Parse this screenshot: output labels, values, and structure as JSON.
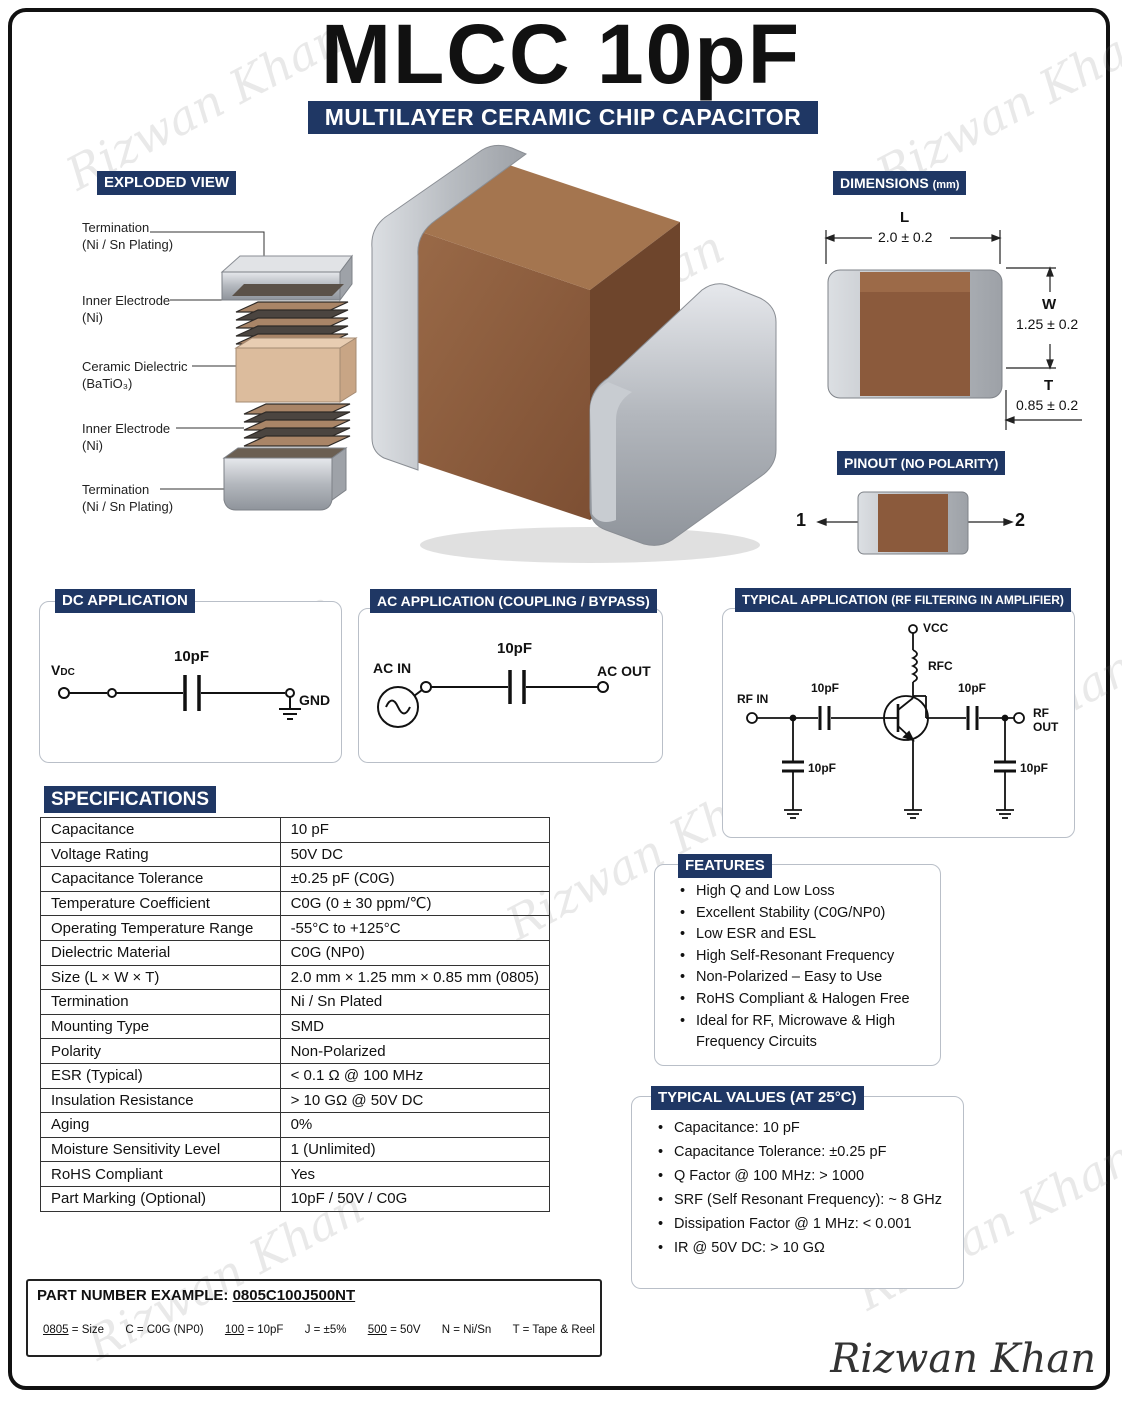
{
  "title": "MLCC 10pF",
  "subtitle": "MULTILAYER CERAMIC CHIP CAPACITOR",
  "exploded": {
    "heading": "EXPLODED VIEW",
    "labels": [
      {
        "name": "Termination",
        "sub": "(Ni / Sn Plating)"
      },
      {
        "name": "Inner Electrode",
        "sub": "(Ni)"
      },
      {
        "name": "Ceramic Dielectric",
        "sub": "(BaTiO₃)"
      },
      {
        "name": "Inner Electrode",
        "sub": "(Ni)"
      },
      {
        "name": "Termination",
        "sub": "(Ni / Sn Plating)"
      }
    ]
  },
  "dimensions": {
    "heading": "DIMENSIONS",
    "unit": "(mm)",
    "L": {
      "letter": "L",
      "value": "2.0 ± 0.2"
    },
    "W": {
      "letter": "W",
      "value": "1.25 ± 0.2"
    },
    "T": {
      "letter": "T",
      "value": "0.85 ± 0.2"
    }
  },
  "pinout": {
    "heading": "PINOUT",
    "note": "(NO POLARITY)",
    "pin1": "1",
    "pin2": "2"
  },
  "dc_app": {
    "heading": "DC APPLICATION",
    "vdc_main": "V",
    "vdc_sub": "DC",
    "cap": "10pF",
    "gnd": "GND"
  },
  "ac_app": {
    "heading": "AC APPLICATION (COUPLING / BYPASS)",
    "in": "AC IN",
    "out": "AC OUT",
    "cap": "10pF"
  },
  "rf_app": {
    "heading": "TYPICAL APPLICATION",
    "heading_note": "(RF FILTERING IN AMPLIFIER)",
    "vcc": "VCC",
    "rfc": "RFC",
    "rf_in": "RF IN",
    "rf_out_1": "RF",
    "rf_out_2": "OUT",
    "c1": "10pF",
    "c2": "10pF",
    "c3": "10pF",
    "c4": "10pF"
  },
  "specs": {
    "heading": "SPECIFICATIONS",
    "rows": [
      [
        "Capacitance",
        "10 pF"
      ],
      [
        "Voltage Rating",
        "50V DC"
      ],
      [
        "Capacitance Tolerance",
        "±0.25 pF (C0G)"
      ],
      [
        "Temperature Coefficient",
        "C0G (0 ± 30 ppm/℃)"
      ],
      [
        "Operating Temperature Range",
        "-55°C to +125°C"
      ],
      [
        "Dielectric Material",
        "C0G (NP0)"
      ],
      [
        "Size (L × W × T)",
        "2.0 mm × 1.25 mm × 0.85 mm (0805)"
      ],
      [
        "Termination",
        "Ni / Sn Plated"
      ],
      [
        "Mounting Type",
        "SMD"
      ],
      [
        "Polarity",
        "Non-Polarized"
      ],
      [
        "ESR (Typical)",
        "< 0.1 Ω @ 100 MHz"
      ],
      [
        "Insulation Resistance",
        "> 10 GΩ  @ 50V DC"
      ],
      [
        "Aging",
        "0%"
      ],
      [
        "Moisture Sensitivity Level",
        "1 (Unlimited)"
      ],
      [
        "RoHS Compliant",
        "Yes"
      ],
      [
        "Part Marking (Optional)",
        "10pF / 50V / C0G"
      ]
    ]
  },
  "features": {
    "heading": "FEATURES",
    "items": [
      "High Q and Low Loss",
      "Excellent Stability (C0G/NP0)",
      "Low ESR and ESL",
      "High Self-Resonant Frequency",
      "Non-Polarized – Easy to Use",
      "RoHS Compliant & Halogen Free",
      "Ideal for RF, Microwave & High Frequency Circuits"
    ]
  },
  "typical": {
    "heading": "TYPICAL VALUES (AT 25°C)",
    "items": [
      "Capacitance: 10 pF",
      "Capacitance Tolerance: ±0.25 pF",
      "Q Factor @ 100 MHz: > 1000",
      "SRF (Self Resonant Frequency): ~ 8 GHz",
      "Dissipation Factor @ 1 MHz: < 0.001",
      "IR @ 50V DC: > 10 GΩ"
    ]
  },
  "part_number": {
    "label": "PART NUMBER EXAMPLE:",
    "value": "0805C100J500NT",
    "codes": [
      {
        "code": "0805",
        "meaning": " = Size"
      },
      {
        "code": "C",
        "meaning": " = C0G (NP0)"
      },
      {
        "code": "100",
        "meaning": " = 10pF"
      },
      {
        "code": "J",
        "meaning": " = ±5%"
      },
      {
        "code": "500",
        "meaning": " = 50V"
      },
      {
        "code": "N",
        "meaning": " = Ni/Sn"
      },
      {
        "code": "T",
        "meaning": " = Tape & Reel"
      }
    ]
  },
  "signature": "Rizwan Khan",
  "watermark": "Rizwan Khan",
  "colors": {
    "navy": "#1f3764",
    "ceramic": "#8b5a3c",
    "silver": "#b8bcc2"
  }
}
